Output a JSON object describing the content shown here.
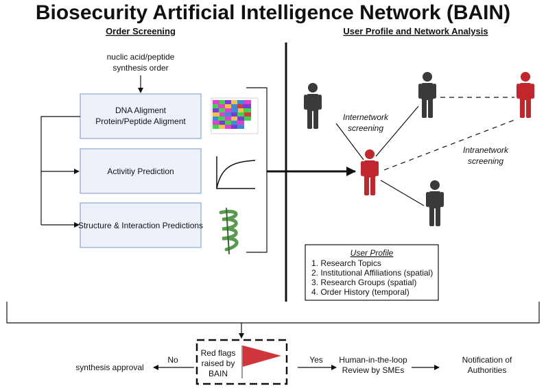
{
  "title": "Biosecurity Artificial Intelligence Network (BAIN)",
  "order_screening": {
    "heading": "Order Screening",
    "input_line1": "nuclic acid/peptide",
    "input_line2": "synthesis  order",
    "boxes": [
      {
        "line1": "DNA Aligment",
        "line2": "Protein/Peptide Aligment"
      },
      {
        "line1": "Activitiy Prediction"
      },
      {
        "line1": "Structure & Interaction Predictions"
      }
    ]
  },
  "network": {
    "heading": "User Profile and Network Analysis",
    "internetwork_line1": "Internetwork",
    "internetwork_line2": "screening",
    "intranetwork_line1": "Intranetwork",
    "intranetwork_line2": "screening",
    "people_colors": {
      "flagged": "#c0262c",
      "normal": "#3a3a3a"
    }
  },
  "user_profile": {
    "title": "User Profile",
    "items": [
      "1. Research Topics",
      "2. Institutional Affiliations (spatial)",
      "3. Research Groups (spatial)",
      "4. Order History (temporal)"
    ]
  },
  "outcome": {
    "no_label": "No",
    "yes_label": "Yes",
    "approval": "synthesis approval",
    "red_flags_line1": "Red flags",
    "red_flags_line2": "raised by",
    "red_flags_line3": "BAIN",
    "review_line1": "Human-in-the-loop",
    "review_line2": "Review by SMEs",
    "notify_line1": "Notification of",
    "notify_line2": "Authorities"
  },
  "colors": {
    "box_fill": "#edf2fa",
    "box_stroke": "#8aa8cf",
    "flag_red": "#d0353b",
    "protein_green": "#5a9a4f"
  }
}
